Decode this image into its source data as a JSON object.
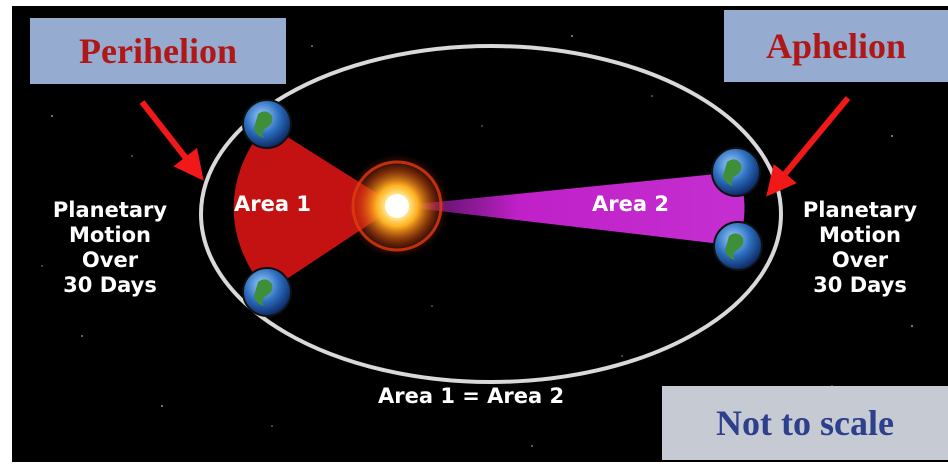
{
  "labels": {
    "perihelion": "Perihelion",
    "aphelion": "Aphelion",
    "not_to_scale": "Not to scale",
    "area1": "Area 1",
    "area2": "Area 2",
    "equation": "Area 1 = Area 2"
  },
  "side_text": {
    "left": [
      "Planetary",
      "Motion",
      "Over",
      "30 Days"
    ],
    "right": [
      "Planetary",
      "Motion",
      "Over",
      "30 Days"
    ]
  },
  "colors": {
    "background": "#000000",
    "orbit": "#d9d9d9",
    "area1": "#c41212",
    "area2": "#b219b8",
    "arrow": "#f01818",
    "label_box": "#95acd0",
    "label_text": "#b01818",
    "scale_box": "#c5cad3",
    "scale_text": "#2e3f8c",
    "sun": "#fff6a8"
  },
  "icons": [
    "sun-icon",
    "earth-icon",
    "arrow-icon"
  ]
}
